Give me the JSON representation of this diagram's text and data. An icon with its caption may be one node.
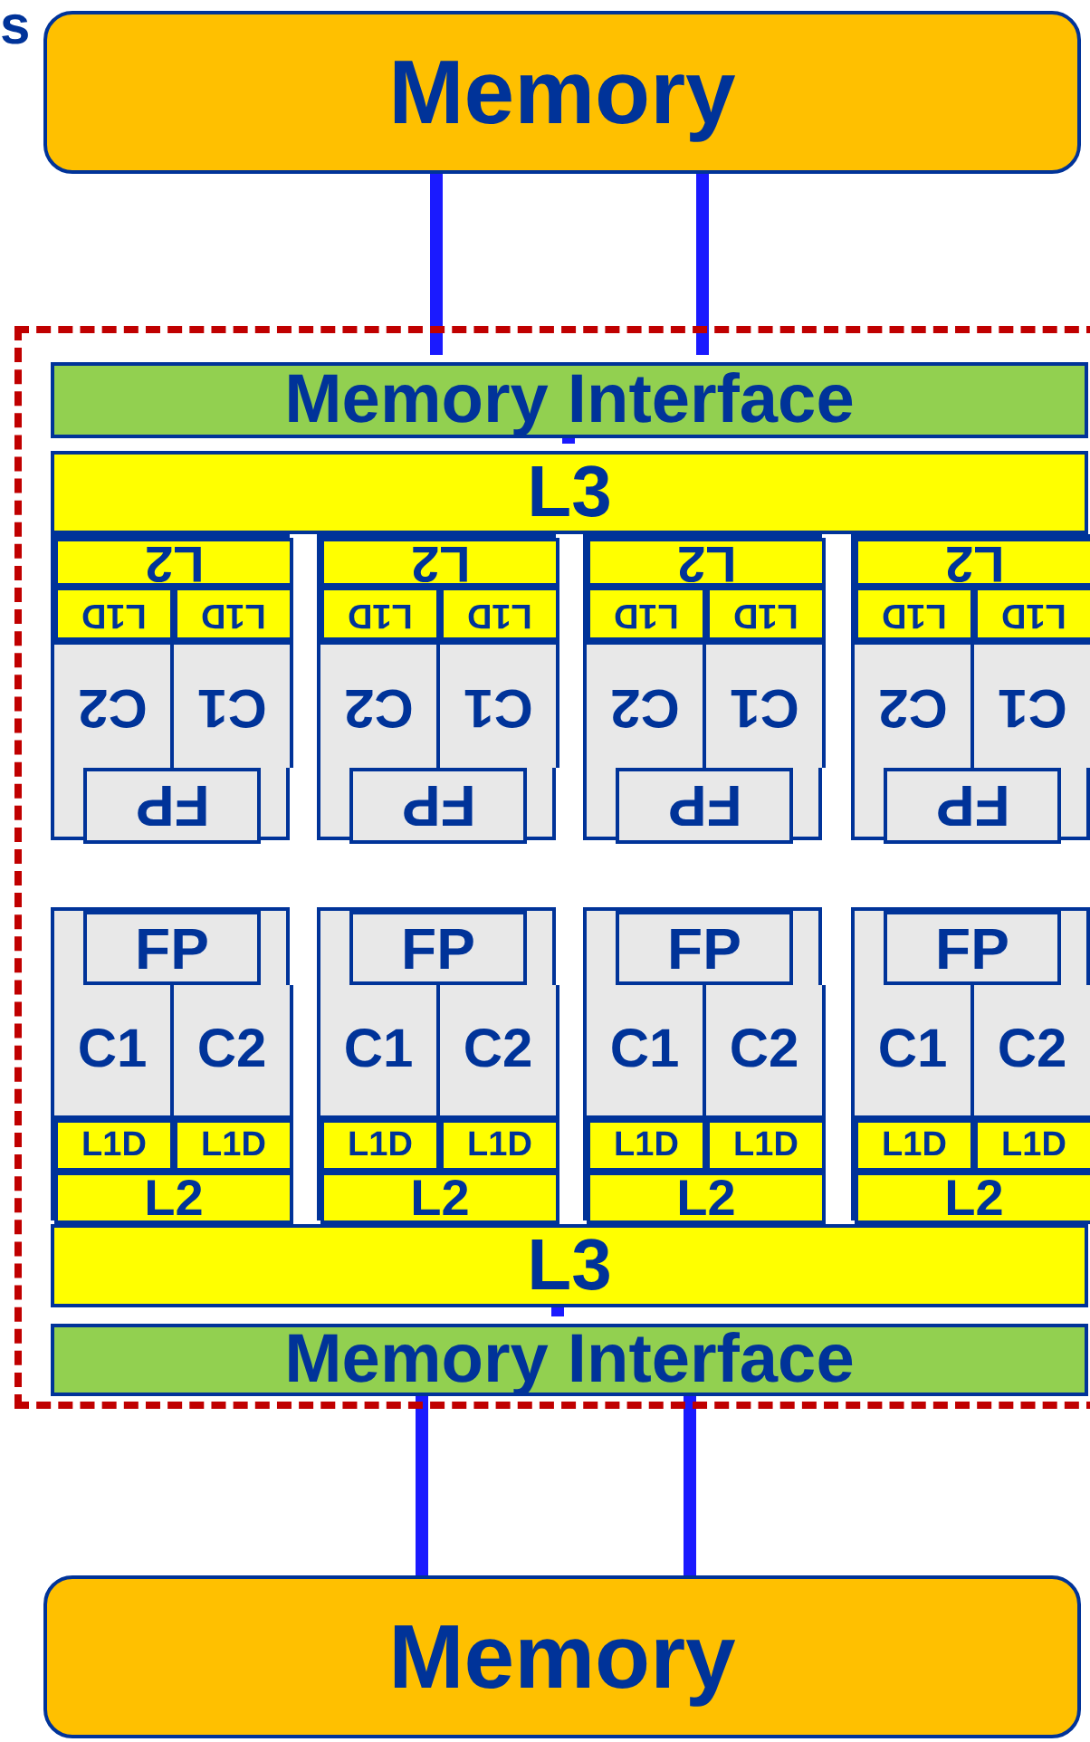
{
  "diagram": {
    "nodes": [
      {
        "text": [
          "Memory"
        ]
      },
      {
        "text": [],
        "shape": "box"
      },
      {
        "text": [
          "Memory Interface"
        ],
        "in": 1
      },
      {
        "text": [
          "L3"
        ],
        "in": 1
      },
      {
        "text": [],
        "shape": "box",
        "in": 1
      },
      {
        "text": [
          "L2"
        ],
        "in": 4
      },
      {
        "text": [
          "L1D"
        ],
        "in": 4
      },
      {
        "text": [
          "L1D"
        ],
        "in": 4
      },
      {
        "text": [
          "C2"
        ],
        "in": 4
      },
      {
        "text": [
          "C1"
        ],
        "in": 4
      },
      {
        "text": [
          "FP"
        ],
        "in": 4
      },
      {
        "text": [],
        "shape": "box",
        "in": 1
      },
      {
        "text": [
          "L2"
        ],
        "in": 11
      },
      {
        "text": [
          "L1D"
        ],
        "in": 11
      },
      {
        "text": [
          "L1D"
        ],
        "in": 11
      },
      {
        "text": [
          "C2"
        ],
        "in": 11
      },
      {
        "text": [
          "C1"
        ],
        "in": 11
      },
      {
        "text": [
          "FP"
        ],
        "in": 11
      },
      {
        "text": [],
        "shape": "box",
        "in": 1
      },
      {
        "text": [
          "L2"
        ],
        "in": 18
      },
      {
        "text": [
          "L1D"
        ],
        "in": 18
      },
      {
        "text": [
          "L1D"
        ],
        "in": 18
      },
      {
        "text": [
          "C2"
        ],
        "in": 18
      },
      {
        "text": [
          "C1"
        ],
        "in": 18
      },
      {
        "text": [
          "FP"
        ],
        "in": 18
      },
      {
        "text": [],
        "shape": "box",
        "in": 1
      },
      {
        "text": [
          "L2"
        ],
        "in": 25
      },
      {
        "text": [
          "L1D"
        ],
        "in": 25
      },
      {
        "text": [
          "L1D"
        ],
        "in": 25
      },
      {
        "text": [
          "C2"
        ],
        "in": 25
      },
      {
        "text": [
          "C1"
        ],
        "in": 25
      },
      {
        "text": [
          "FP"
        ],
        "in": 25
      },
      {
        "text": [],
        "shape": "box",
        "in": 1
      },
      {
        "text": [
          "FP"
        ],
        "in": 32
      },
      {
        "text": [
          "C1"
        ],
        "in": 32
      },
      {
        "text": [
          "C2"
        ],
        "in": 32
      },
      {
        "text": [
          "L1D"
        ],
        "in": 32
      },
      {
        "text": [
          "L1D"
        ],
        "in": 32
      },
      {
        "text": [
          "L2"
        ],
        "in": 32
      },
      {
        "text": [],
        "shape": "box",
        "in": 1
      },
      {
        "text": [
          "FP"
        ],
        "in": 39
      },
      {
        "text": [
          "C1"
        ],
        "in": 39
      },
      {
        "text": [
          "C2"
        ],
        "in": 39
      },
      {
        "text": [
          "L1D"
        ],
        "in": 39
      },
      {
        "text": [
          "L1D"
        ],
        "in": 39
      },
      {
        "text": [
          "L2"
        ],
        "in": 39
      },
      {
        "text": [],
        "shape": "box",
        "in": 1
      },
      {
        "text": [
          "FP"
        ],
        "in": 46
      },
      {
        "text": [
          "C1"
        ],
        "in": 46
      },
      {
        "text": [
          "C2"
        ],
        "in": 46
      },
      {
        "text": [
          "L1D"
        ],
        "in": 46
      },
      {
        "text": [
          "L1D"
        ],
        "in": 46
      },
      {
        "text": [
          "L2"
        ],
        "in": 46
      },
      {
        "text": [],
        "shape": "box",
        "in": 1
      },
      {
        "text": [
          "FP"
        ],
        "in": 53
      },
      {
        "text": [
          "C1"
        ],
        "in": 53
      },
      {
        "text": [
          "C2"
        ],
        "in": 53
      },
      {
        "text": [
          "L1D"
        ],
        "in": 53
      },
      {
        "text": [
          "L1D"
        ],
        "in": 53
      },
      {
        "text": [
          "L2"
        ],
        "in": 53
      },
      {
        "text": [
          "L3"
        ],
        "in": 1
      },
      {
        "text": [
          "Memory Interface"
        ],
        "in": 1
      },
      {
        "text": [
          "Memory"
        ]
      }
    ],
    "edges": [
      {
        "from": 0,
        "to": 2,
        "arrow": "none"
      },
      {
        "from": 0,
        "to": 2,
        "arrow": "none"
      },
      {
        "from": 2,
        "to": 3,
        "arrow": "none"
      },
      {
        "from": 60,
        "to": 61,
        "arrow": "none"
      },
      {
        "from": 61,
        "to": 62,
        "arrow": "none"
      },
      {
        "from": 61,
        "to": 62,
        "arrow": "none"
      }
    ],
    "labels": [
      "s"
    ]
  }
}
